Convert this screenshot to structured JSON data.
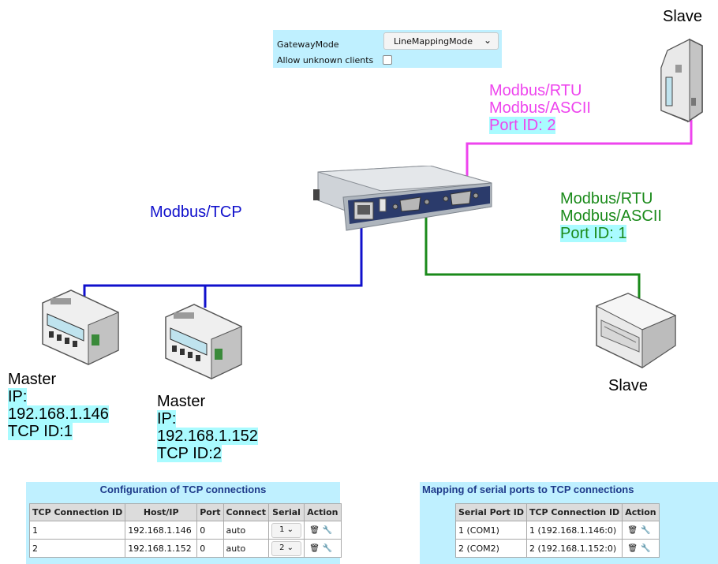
{
  "gateway_settings": {
    "mode_label": "GatewayMode",
    "mode_value": "LineMappingMode",
    "unknown_clients_label": "Allow unknown clients",
    "unknown_clients_checked": false
  },
  "labels": {
    "slave_top": "Slave",
    "slave_bottom": "Slave",
    "modbus_tcp": "Modbus/TCP",
    "pink_line1": "Modbus/RTU",
    "pink_line2": "Modbus/ASCII",
    "pink_line3": "Port ID: 2",
    "green_line1": "Modbus/RTU",
    "green_line2": "Modbus/ASCII",
    "green_line3": "Port ID: 1",
    "master1_name": "Master",
    "master1_ip_label": "IP:",
    "master1_ip": "192.168.1.146",
    "master1_tcp": "TCP ID:1",
    "master2_name": "Master",
    "master2_ip_label": "IP:",
    "master2_ip": "192.168.1.152",
    "master2_tcp": "TCP ID:2"
  },
  "tcp_table": {
    "title": "Configuration of TCP connections",
    "headers": [
      "TCP Connection ID",
      "Host/IP",
      "Port",
      "Connect",
      "Serial",
      "Action"
    ],
    "rows": [
      {
        "id": "1",
        "host": "192.168.1.146",
        "port": "0",
        "connect": "auto",
        "serial": "1"
      },
      {
        "id": "2",
        "host": "192.168.1.152",
        "port": "0",
        "connect": "auto",
        "serial": "2"
      }
    ]
  },
  "map_table": {
    "title": "Mapping of serial ports to TCP connections",
    "headers": [
      "Serial Port ID",
      "TCP Connection ID",
      "Action"
    ],
    "rows": [
      {
        "port": "1 (COM1)",
        "conn": "1 (192.168.1.146:0)"
      },
      {
        "port": "2 (COM2)",
        "conn": "2 (192.168.1.152:0)"
      }
    ]
  },
  "colors": {
    "tcp": "#1010cc",
    "port2": "#ee44ee",
    "port1": "#1a8a1a",
    "highlight": "#a9fbff",
    "panel": "#bff0ff",
    "title": "#1e3a8a"
  },
  "icons": [
    "chevron-down-icon",
    "trash-icon",
    "wrench-icon",
    "checkbox-icon"
  ]
}
